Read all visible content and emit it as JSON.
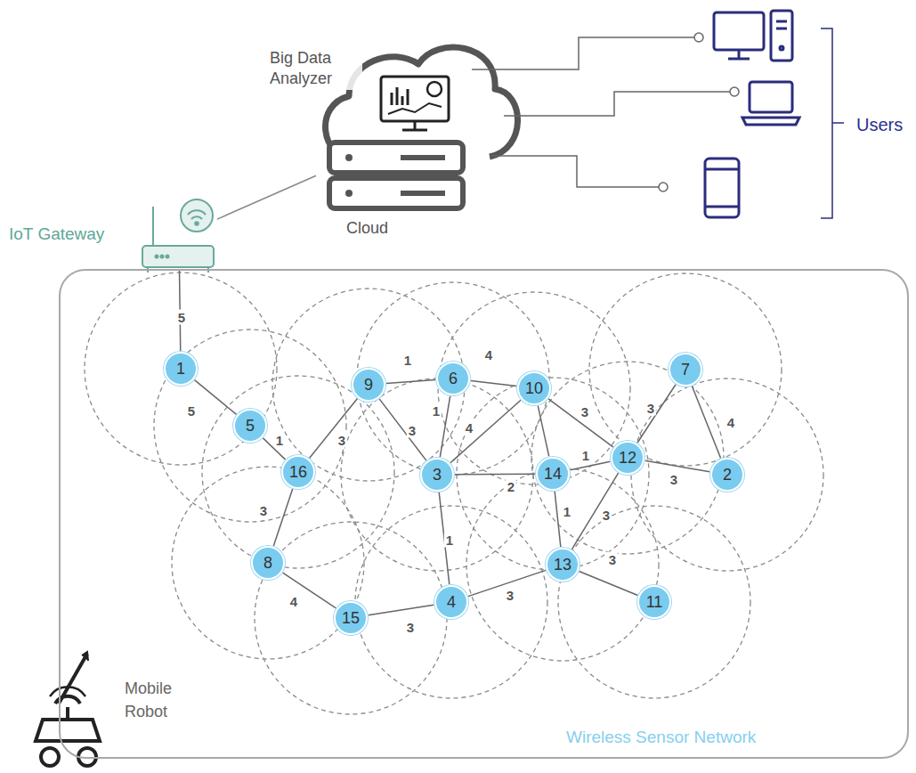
{
  "diagram": {
    "nodes": [
      {
        "text": [
          "Big Data Analyzer",
          "Cloud"
        ]
      },
      {
        "text": [
          "IoT Gateway"
        ]
      },
      {
        "text": [
          "Wireless Sensor Network"
        ]
      },
      {
        "text": [
          "1"
        ],
        "in": 2
      },
      {
        "text": [
          "2"
        ],
        "in": 2
      },
      {
        "text": [
          "3"
        ],
        "in": 2
      },
      {
        "text": [
          "4"
        ],
        "in": 2
      },
      {
        "text": [
          "5"
        ],
        "in": 2
      },
      {
        "text": [
          "6"
        ],
        "in": 2
      },
      {
        "text": [
          "7"
        ],
        "in": 2
      },
      {
        "text": [
          "8"
        ],
        "in": 2
      },
      {
        "text": [
          "9"
        ],
        "in": 2
      },
      {
        "text": [
          "10"
        ],
        "in": 2
      },
      {
        "text": [
          "11"
        ],
        "in": 2
      },
      {
        "text": [
          "12"
        ],
        "in": 2
      },
      {
        "text": [
          "13"
        ],
        "in": 2
      },
      {
        "text": [
          "14"
        ],
        "in": 2
      },
      {
        "text": [
          "15"
        ],
        "in": 2
      },
      {
        "text": [
          "16"
        ],
        "in": 2
      }
    ],
    "edges": [
      {
        "from": 1,
        "to": 0,
        "arrow": "none"
      },
      {
        "from": 1,
        "to": 3,
        "label": "5",
        "arrow": "none"
      },
      {
        "from": 3,
        "to": 7,
        "label": "5",
        "arrow": "none"
      },
      {
        "from": 7,
        "to": 18,
        "label": "1",
        "arrow": "none"
      },
      {
        "from": 18,
        "to": 11,
        "label": "3",
        "arrow": "none"
      },
      {
        "from": 11,
        "to": 8,
        "label": "1",
        "arrow": "none"
      },
      {
        "from": 8,
        "to": 12,
        "label": "4",
        "arrow": "none"
      },
      {
        "from": 8,
        "to": 5,
        "label": "1",
        "arrow": "none"
      },
      {
        "from": 11,
        "to": 5,
        "label": "3",
        "arrow": "none"
      },
      {
        "from": 12,
        "to": 5,
        "label": "4",
        "arrow": "none"
      },
      {
        "from": 12,
        "to": 14,
        "label": "3",
        "arrow": "none"
      },
      {
        "from": 14,
        "to": 9,
        "label": "3",
        "arrow": "none"
      },
      {
        "from": 9,
        "to": 4,
        "label": "4",
        "arrow": "none"
      },
      {
        "from": 16,
        "to": 14,
        "label": "1",
        "arrow": "none"
      },
      {
        "from": 14,
        "to": 4,
        "label": "3",
        "arrow": "none"
      },
      {
        "from": 18,
        "to": 10,
        "label": "3",
        "arrow": "none"
      },
      {
        "from": 5,
        "to": 16,
        "label": "2",
        "arrow": "none"
      },
      {
        "from": 12,
        "to": 16,
        "arrow": "none"
      },
      {
        "from": 16,
        "to": 15,
        "label": "1",
        "arrow": "none"
      },
      {
        "from": 14,
        "to": 15,
        "label": "3",
        "arrow": "none"
      },
      {
        "from": 5,
        "to": 6,
        "label": "1",
        "arrow": "none"
      },
      {
        "from": 15,
        "to": 13,
        "label": "3",
        "arrow": "none"
      },
      {
        "from": 6,
        "to": 15,
        "label": "3",
        "arrow": "none"
      },
      {
        "from": 10,
        "to": 17,
        "label": "4",
        "arrow": "none"
      },
      {
        "from": 17,
        "to": 6,
        "label": "3",
        "arrow": "none"
      }
    ],
    "labels": [
      "Users",
      "Mobile Robot"
    ]
  }
}
